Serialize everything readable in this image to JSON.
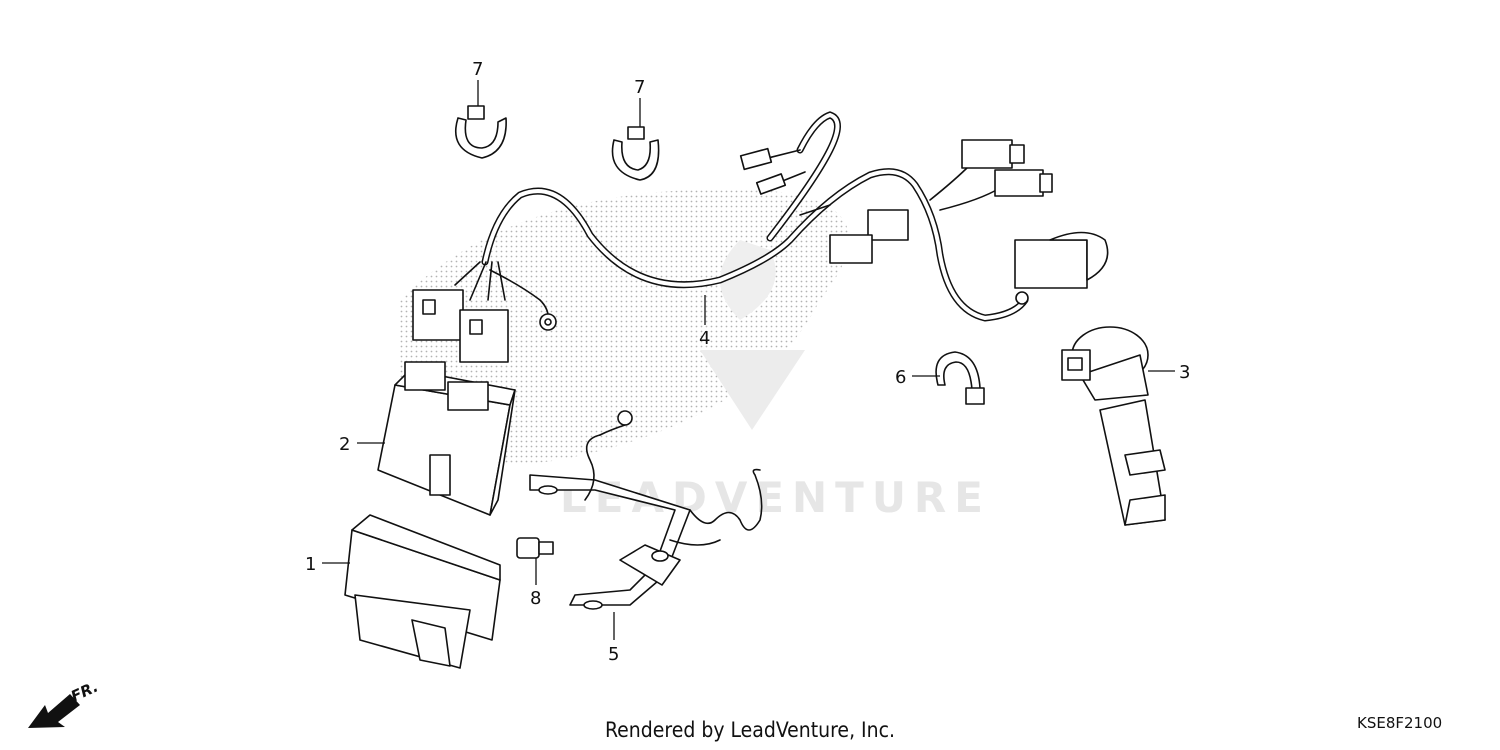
{
  "diagram": {
    "callouts": [
      {
        "id": "1",
        "label": "1"
      },
      {
        "id": "2",
        "label": "2"
      },
      {
        "id": "3",
        "label": "3"
      },
      {
        "id": "4",
        "label": "4"
      },
      {
        "id": "5",
        "label": "5"
      },
      {
        "id": "6",
        "label": "6"
      },
      {
        "id": "7a",
        "label": "7"
      },
      {
        "id": "7b",
        "label": "7"
      },
      {
        "id": "8",
        "label": "8"
      }
    ],
    "direction_label": "FR.",
    "watermark_text": "LEADVENTURE",
    "diagram_code": "KSE8F2100"
  },
  "footer": {
    "credit": "Rendered by LeadVenture, Inc."
  }
}
